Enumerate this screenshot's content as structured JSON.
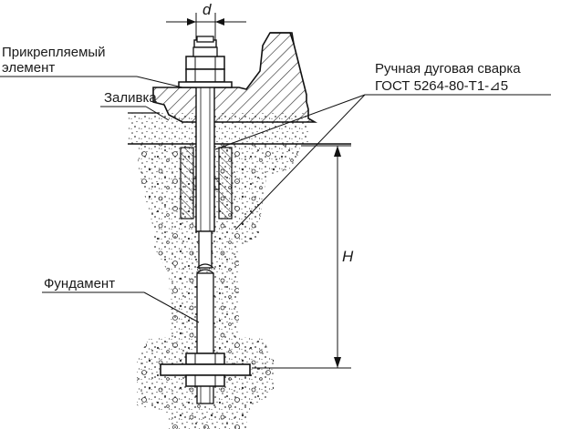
{
  "labels": {
    "dimension_d": "d",
    "dimension_H": "H",
    "attached_element_line1": "Прикрепляемый",
    "attached_element_line2": "элемент",
    "grout": "Заливка",
    "weld_line1": "Ручная дуговая сварка",
    "weld_line2": "ГОСТ 5264-80-Т1-",
    "weld_symbol": "⊿",
    "weld_leg": "5",
    "foundation": "Фундамент"
  }
}
